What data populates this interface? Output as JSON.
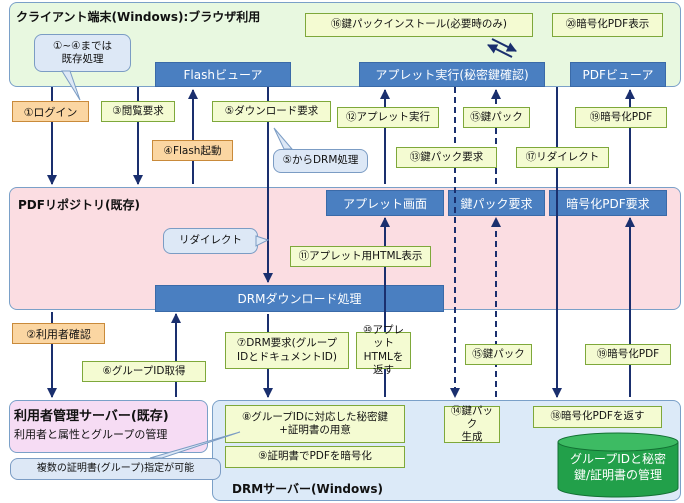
{
  "client": {
    "title": "クライアント端末(Windows):ブラウザ利用"
  },
  "repository": {
    "title": "PDFリポジトリ(既存)"
  },
  "user_server": {
    "title": "利用者管理サーバー(既存)",
    "subtitle": "利用者と属性とグループの管理"
  },
  "drm_server": {
    "title": "DRMサーバー(Windows)"
  },
  "blue_boxes": {
    "flash_viewer": "Flashビューア",
    "applet_exec": "アプレット実行(秘密鍵確認)",
    "pdf_viewer": "PDFビューア",
    "applet_screen": "アプレット画面",
    "key_pack_request": "鍵パック要求",
    "encrypted_pdf_request": "暗号化PDF要求",
    "drm_download": "DRMダウンロード処理"
  },
  "steps": {
    "s1": "①ログイン",
    "s2": "②利用者確認",
    "s3": "③閲覧要求",
    "s4": "④Flash起動",
    "s5": "⑤ダウンロード要求",
    "s6": "⑥グループID取得",
    "s7_l1": "⑦DRM要求(グループ",
    "s7_l2": "IDとドキュメントID)",
    "s8_l1": "⑧グループIDに対応した秘密鍵",
    "s8_l2": "+証明書の用意",
    "s9": "⑨証明書でPDFを暗号化",
    "s10_l1": "⑩アプレット",
    "s10_l2": "HTMLを返す",
    "s11": "⑪アプレット用HTML表示",
    "s12": "⑫アプレット実行",
    "s13": "⑬鍵パック要求",
    "s14_l1": "⑭鍵パック",
    "s14_l2": "生成",
    "s15_a": "⑮鍵パック",
    "s15_b": "⑮鍵パック",
    "s16": "⑯鍵パックインストール(必要時のみ)",
    "s17": "⑰リダイレクト",
    "s18": "⑱暗号化PDFを返す",
    "s19_a": "⑲暗号化PDF",
    "s19_b": "⑲暗号化PDF",
    "s20": "⑳暗号化PDF表示"
  },
  "callouts": {
    "pre_l1": "①~④までは",
    "pre_l2": "既存処理",
    "from5": "⑤からDRM処理",
    "redirect": "リダイレクト",
    "multi_cert": "複数の証明書(グループ)指定が可能"
  },
  "database": {
    "l1": "グループIDと秘密",
    "l2": "鍵/証明書の管理"
  },
  "colors": {
    "client_bg": "#e8f8e0",
    "repo_bg": "#fbdde2",
    "server_bg": "#dceaf8",
    "user_server_bg": "#f6dcf4",
    "blue_box": "#4a7fc1",
    "step_label": "#f4fbd2",
    "step_label_orange": "#fbd6a2",
    "database": "#22a04a"
  }
}
